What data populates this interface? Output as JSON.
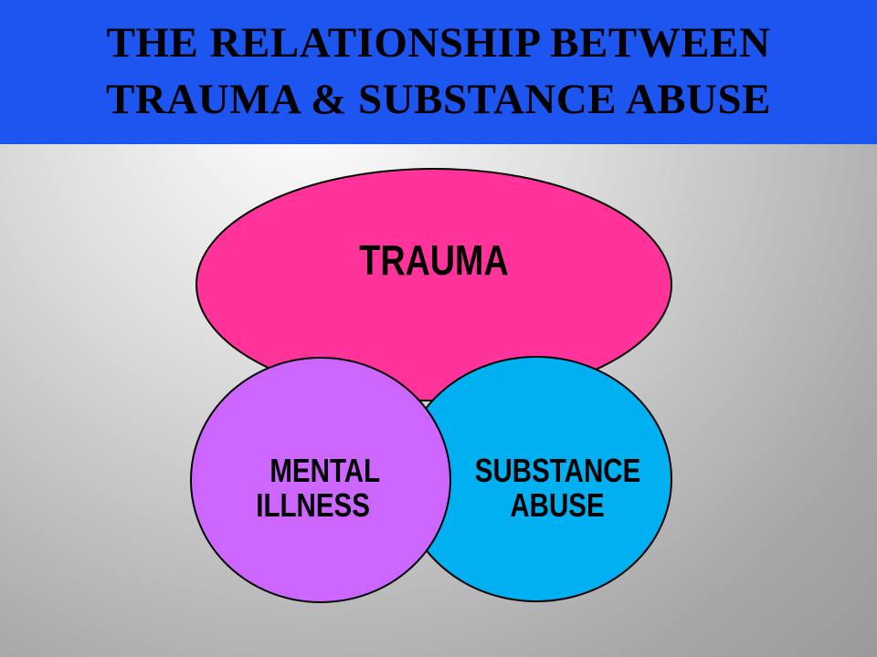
{
  "header": {
    "title_line_1": "THE RELATIONSHIP BETWEEN",
    "title_line_2": "TRAUMA & SUBSTANCE ABUSE",
    "background_color": "#1c55f0"
  },
  "diagram": {
    "trauma": {
      "label": "TRAUMA",
      "color": "#ff3399"
    },
    "substance_abuse": {
      "label_line_1": "SUBSTANCE",
      "label_line_2": "ABUSE",
      "color": "#00b0f0"
    },
    "mental_illness": {
      "label_line_1": "MENTAL",
      "label_line_2": "ILLNESS",
      "color": "#cc66ff"
    }
  }
}
